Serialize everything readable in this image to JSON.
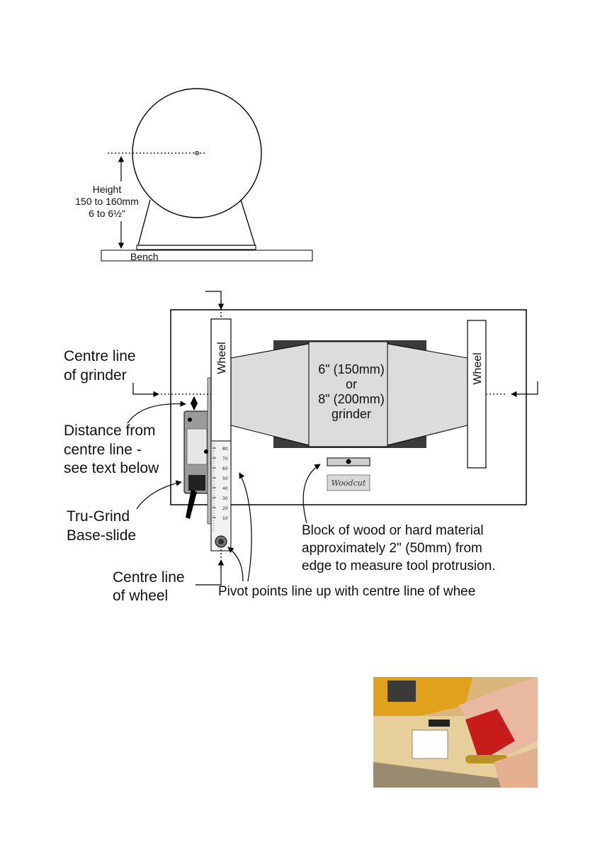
{
  "side_view": {
    "height_label": "Height",
    "height_mm": "150 to 160mm",
    "height_in": "6 to 6½\"",
    "bench_label": "Bench"
  },
  "top_view": {
    "wheel_left_label": "Wheel",
    "wheel_right_label": "Wheel",
    "grinder_line1": "6\" (150mm)",
    "grinder_line2": "or",
    "grinder_line3": "8\" (200mm)",
    "grinder_line4": "grinder",
    "centre_grinder_line1": "Centre line",
    "centre_grinder_line2": "of grinder",
    "distance_line1": "Distance from",
    "distance_line2": "centre line -",
    "distance_line3": "see text below",
    "trugrind_line1": "Tru-Grind",
    "trugrind_line2": "Base-slide",
    "centre_wheel_line1": "Centre line",
    "centre_wheel_line2": "of wheel",
    "pivot_label": "Pivot points line up with centre line of whee",
    "block_line1": "Block of wood or hard material",
    "block_line2": "approximately 2\" (50mm) from",
    "block_line3": "edge to measure tool protrusion.",
    "logo_text": "Woodcut"
  },
  "scale_ticks": [
    "80",
    "70",
    "60",
    "50",
    "40",
    "30",
    "20",
    "10"
  ]
}
